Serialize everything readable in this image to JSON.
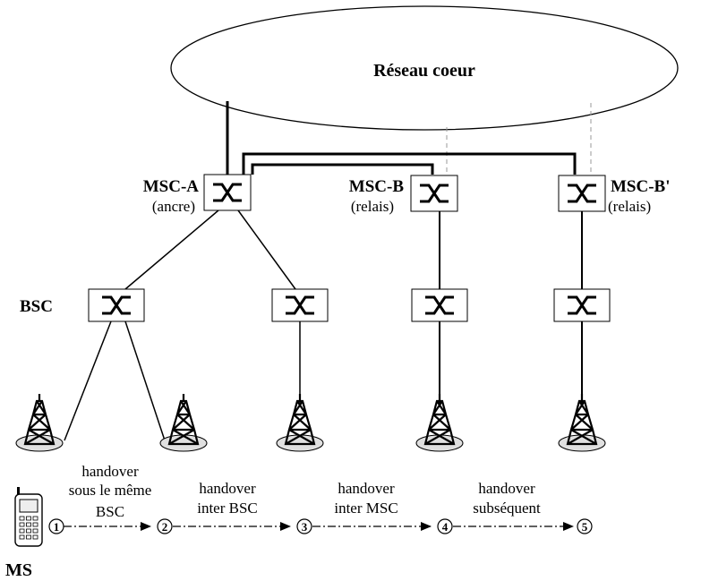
{
  "core_network": {
    "label": "Réseau coeur"
  },
  "msc": [
    {
      "name": "MSC-A",
      "role": "(ancre)"
    },
    {
      "name": "MSC-B",
      "role": "(relais)"
    },
    {
      "name": "MSC-B'",
      "role": "(relais)"
    }
  ],
  "bsc_label": "BSC",
  "ms_label": "MS",
  "positions": [
    "1",
    "2",
    "3",
    "4",
    "5"
  ],
  "handovers": [
    {
      "line1": "handover",
      "line2": "sous le même",
      "line3": "BSC"
    },
    {
      "line1": "handover",
      "line2": "inter BSC"
    },
    {
      "line1": "handover",
      "line2": "inter MSC"
    },
    {
      "line1": "handover",
      "line2": "subséquent"
    }
  ]
}
